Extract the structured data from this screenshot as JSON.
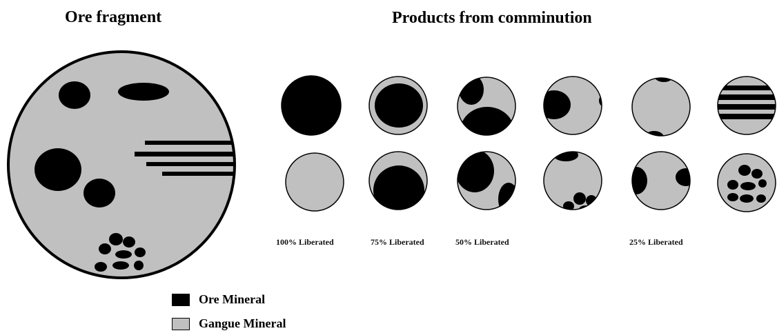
{
  "headings": {
    "left": "Ore fragment",
    "right": "Products from comminution"
  },
  "liberation_labels": [
    "100% Liberated",
    "75% Liberated",
    "50% Liberated",
    "25% Liberated"
  ],
  "legend": [
    {
      "label": "Ore Mineral",
      "color": "#000000"
    },
    {
      "label": "Gangue Mineral",
      "color": "#c0c0c0"
    }
  ],
  "colors": {
    "ore": "#000000",
    "gangue": "#c0c0c0",
    "outline": "#000000"
  }
}
